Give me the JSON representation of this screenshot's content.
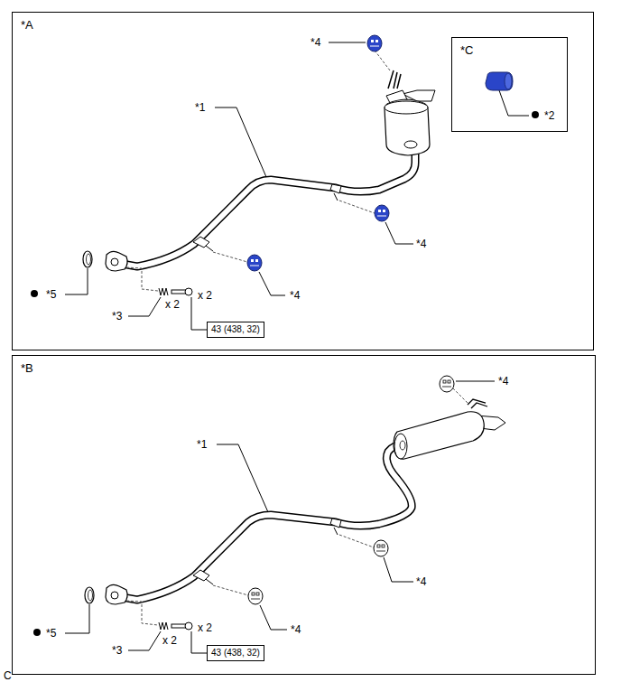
{
  "diagram": {
    "nodes": [
      {
        "text": [
          "*A"
        ]
      },
      {
        "text": [
          "*C"
        ],
        "in": 0
      },
      {
        "text": [
          "43 (438, 32)"
        ],
        "in": 0
      },
      {
        "text": [
          "*B"
        ]
      },
      {
        "text": [
          "43 (438, 32)"
        ],
        "in": 3
      }
    ],
    "labels": [
      "*4",
      "*1",
      "*2",
      "*4",
      "*4",
      "*5",
      "*3",
      "x 2",
      "x 2",
      "*4",
      "*1",
      "*4",
      "*4",
      "*5",
      "*3",
      "x 2",
      "x 2",
      "C"
    ]
  }
}
